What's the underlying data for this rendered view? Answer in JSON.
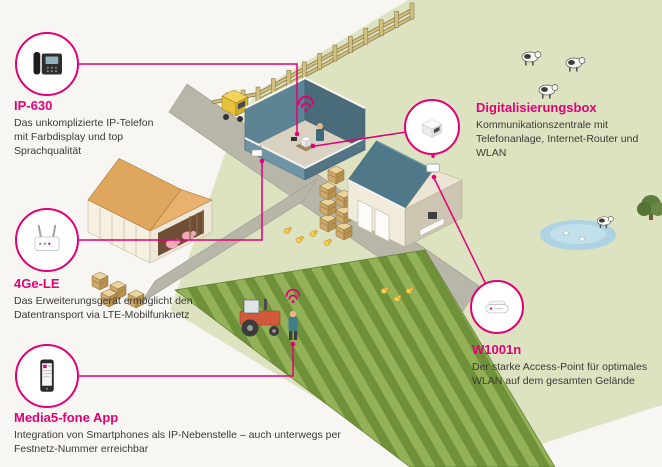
{
  "brand": {
    "accent_color": "#e20074"
  },
  "callouts": {
    "ip630": {
      "title": "IP-630",
      "description": "Das unkomplizierte IP-Telefon mit Farbdisplay und top Sprachqualität",
      "icon": "ip-phone-icon"
    },
    "gele": {
      "title": "4Ge-LE",
      "description": "Das Erweiterungsgerät ermöglicht den Datentransport via LTE-Mobilfunknetz",
      "icon": "lte-extender-icon"
    },
    "media5": {
      "title": "Media5-fone App",
      "description": "Integration von Smartphones als IP-Nebenstelle – auch unterwegs per Festnetz-Nummer erreichbar",
      "icon": "smartphone-icon"
    },
    "digibox": {
      "title": "Digitalisierungsbox",
      "description": "Kommunikationszentrale mit Telefonanlage, Internet-Router und WLAN",
      "icon": "digitalisierungsbox-icon"
    },
    "w1001n": {
      "title": "W1001n",
      "description": "Der starke Access-Point für optimales WLAN auf dem gesamten Gelände",
      "icon": "access-point-icon"
    }
  },
  "scene": {
    "elements": [
      "farmhouse-with-digitalisierungsbox",
      "office-house-with-access-point",
      "pig-barn",
      "striped-crop-field",
      "tractor",
      "farmer-with-smartphone",
      "wooden-fence",
      "yellow-loader",
      "crates",
      "cows",
      "pigs",
      "chickens",
      "pond-with-ducks",
      "tree",
      "wifi-signals"
    ]
  }
}
